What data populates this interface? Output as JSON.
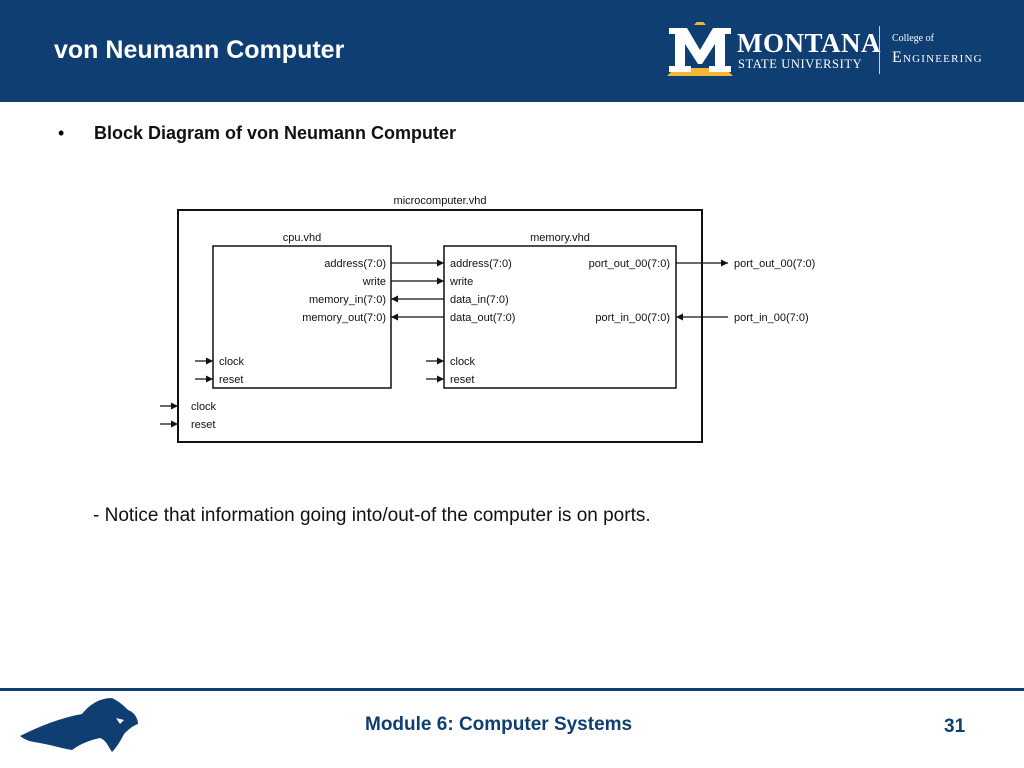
{
  "header": {
    "title": "von Neumann Computer",
    "logo": {
      "initial": "M",
      "name": "MONTANA",
      "subname": "STATE UNIVERSITY",
      "college_of": "College of",
      "college_name": "Engineering"
    }
  },
  "content": {
    "bullet": "•",
    "heading": "Block Diagram of von Neumann Computer",
    "note": "- Notice that information going into/out-of the computer is on ports."
  },
  "diagram": {
    "outer_label": "microcomputer.vhd",
    "cpu": {
      "label": "cpu.vhd",
      "ports_right": [
        "address(7:0)",
        "write",
        "memory_in(7:0)",
        "memory_out(7:0)"
      ],
      "ports_left": [
        "clock",
        "reset"
      ]
    },
    "memory": {
      "label": "memory.vhd",
      "ports_left": [
        "address(7:0)",
        "write",
        "data_in(7:0)",
        "data_out(7:0)"
      ],
      "ports_clock": [
        "clock",
        "reset"
      ],
      "ports_right": [
        "port_out_00(7:0)",
        "port_in_00(7:0)"
      ]
    },
    "top_inputs": [
      "clock",
      "reset"
    ],
    "external": [
      "port_out_00(7:0)",
      "port_in_00(7:0)"
    ]
  },
  "footer": {
    "title": "Module 6: Computer Systems",
    "page": "31"
  },
  "colors": {
    "brand_blue": "#0f3e72",
    "brand_gold": "#f2b632"
  }
}
